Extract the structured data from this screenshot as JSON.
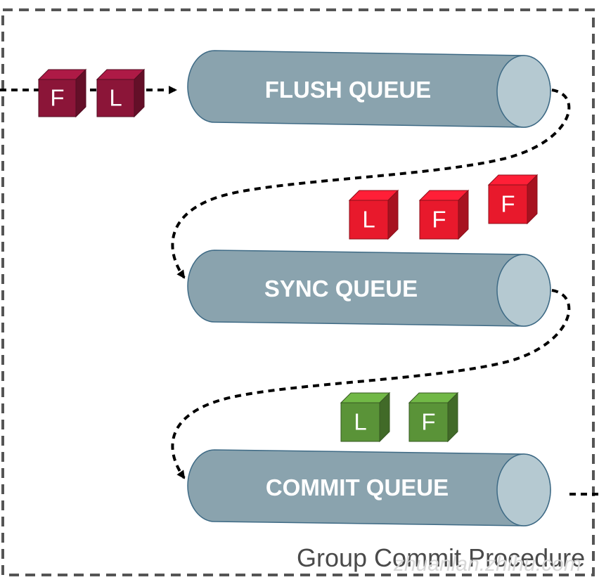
{
  "queues": {
    "flush": "FLUSH QUEUE",
    "sync": "SYNC QUEUE",
    "commit": "COMMIT QUEUE"
  },
  "cubes": {
    "incoming": [
      "F",
      "L"
    ],
    "after_flush": [
      "L",
      "F",
      "F"
    ],
    "after_sync": [
      "L",
      "F"
    ]
  },
  "caption": "Group Commit Procedure",
  "watermark": "zhuanlan.zhihu.com",
  "colors": {
    "queue_body": "#8aa3ae",
    "queue_end": "#b5c9d1",
    "cube_incoming": "#8b1538",
    "cube_flushed": "#e8192c",
    "cube_synced": "#5a9338",
    "border": "#555555"
  }
}
